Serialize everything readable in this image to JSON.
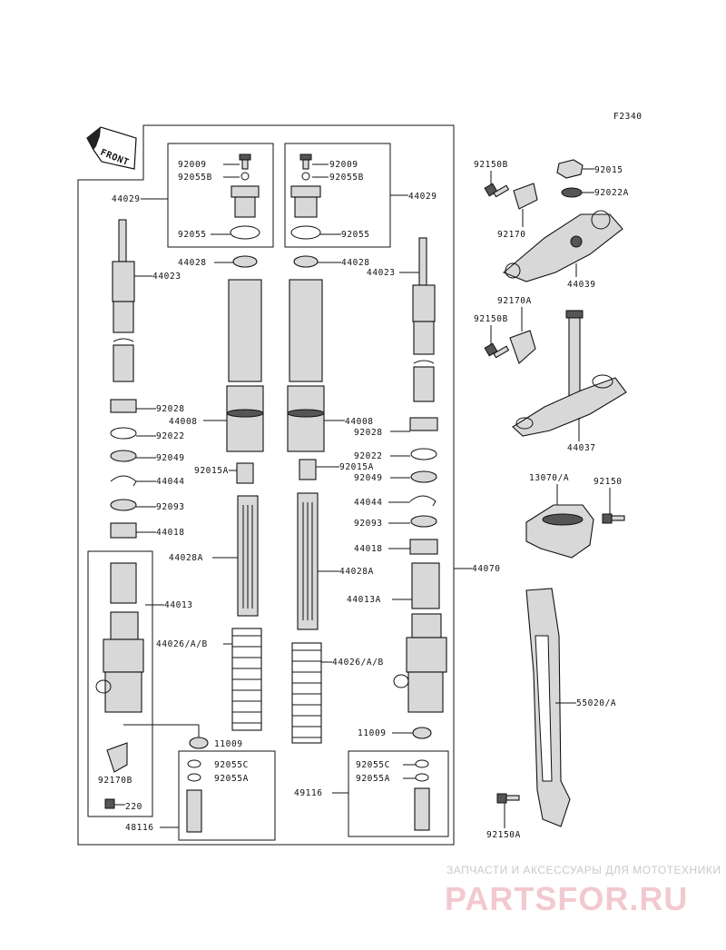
{
  "figure_code": "F2340",
  "front_badge": "FRONT",
  "labels": {
    "l92009a": "92009",
    "l92055Ba": "92055B",
    "l44029a": "44029",
    "l92055a": "92055",
    "l92009b": "92009",
    "l92055Bb": "92055B",
    "l44029b": "44029",
    "l92055b": "92055",
    "l44028a": "44028",
    "l44028b": "44028",
    "l44023a": "44023",
    "l44023b": "44023",
    "l92028a": "92028",
    "l44008a": "44008",
    "l44008b": "44008",
    "l92028b": "92028",
    "l92022a": "92022",
    "l92022b": "92022",
    "l92049a": "92049",
    "l92049b": "92049",
    "l92015Aa": "92015A",
    "l92015Ab": "92015A",
    "l44044a": "44044",
    "l44044b": "44044",
    "l92093a": "92093",
    "l92093b": "92093",
    "l44018a": "44018",
    "l44018b": "44018",
    "l44028Aa": "44028A",
    "l44028Ab": "44028A",
    "l44013a": "44013",
    "l44013Ab": "44013A",
    "l44026a": "44026/A/B",
    "l44026b": "44026/A/B",
    "l11009a": "11009",
    "l11009b": "11009",
    "l92055Ca": "92055C",
    "l92055Aa": "92055A",
    "l92055Cb": "92055C",
    "l92055Ab": "92055A",
    "l92170B": "92170B",
    "l220": "220",
    "l48116": "48116",
    "l49116": "49116",
    "l44070": "44070",
    "l92150B1": "92150B",
    "l92170": "92170",
    "l92015": "92015",
    "l92022A": "92022A",
    "l44039": "44039",
    "l92170A": "92170A",
    "l92150B2": "92150B",
    "l44037": "44037",
    "l13070A": "13070/A",
    "l92150": "92150",
    "l55020A": "55020/A",
    "l92150A": "92150A"
  },
  "watermark": {
    "caption": "ЗАПЧАСТИ И АКСЕССУАРЫ ДЛЯ МОТОТЕХНИКИ",
    "logo": "PARTSFOR.RU"
  }
}
